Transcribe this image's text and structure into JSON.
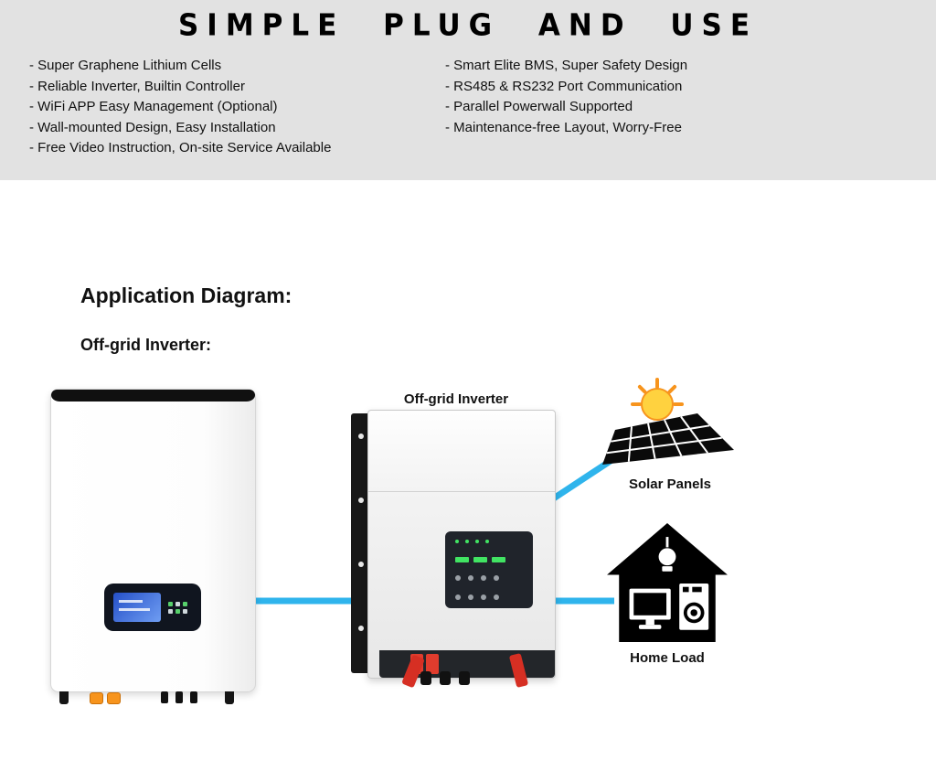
{
  "banner": {
    "title": "SIMPLE PLUG AND USE",
    "features_left": [
      "- Super Graphene Lithium Cells",
      "- Reliable Inverter, Builtin Controller",
      "- WiFi APP Easy Management (Optional)",
      "- Wall-mounted Design, Easy Installation",
      "- Free Video Instruction, On-site Service Available"
    ],
    "features_right": [
      "- Smart Elite BMS, Super Safety Design",
      "- RS485 & RS232 Port Communication",
      "- Parallel Powerwall Supported",
      "- Maintenance-free Layout, Worry-Free"
    ]
  },
  "section": {
    "heading": "Application Diagram:",
    "subheading": "Off-grid Inverter:"
  },
  "diagram": {
    "inverter_label": "Off-grid Inverter",
    "solar_panels_label": "Solar Panels",
    "home_load_label": "Home Load"
  },
  "colors": {
    "banner_bg": "#e2e2e2",
    "connection_line": "#2fb4ec",
    "sun_core": "#ffd23f",
    "sun_rays": "#f7941d",
    "icon_black": "#000000"
  }
}
